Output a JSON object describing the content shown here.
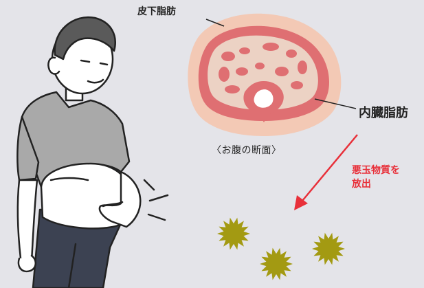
{
  "labels": {
    "subcutaneous_fat": "皮下脂肪",
    "visceral_fat": "内臓脂肪",
    "cross_section_caption": "〈お腹の断面〉",
    "release_line1": "悪玉物質を",
    "release_line2": "放出"
  },
  "colors": {
    "background": "#e4e4e9",
    "fat_layer": "#f3c9b5",
    "muscle_ring": "#df6f72",
    "organs": "#ecd2c4",
    "visceral_fat_blobs": "#df6f72",
    "arrow": "#e8303a",
    "bad_substance": "#a39a12",
    "shirt": "#a9a9a9",
    "pants": "#3c4252",
    "skin": "#ffffff",
    "hair": "#5a5a5a"
  },
  "icons": {
    "belly_cross_section": "abdomen-cross-section-illustration",
    "man": "man-holding-belly-illustration",
    "bad_substance": "spiky-particle-icon",
    "arrow": "red-arrow-icon"
  }
}
